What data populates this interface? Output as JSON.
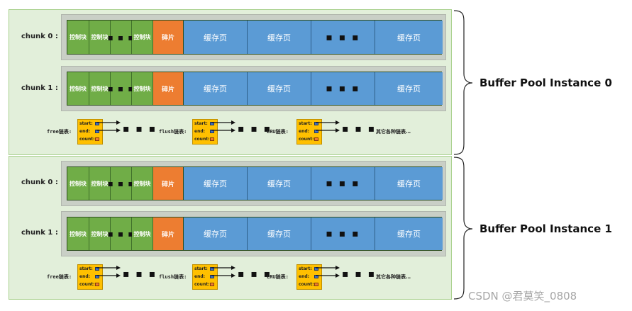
{
  "instances": [
    {
      "label": "Buffer Pool Instance 0",
      "chunks": [
        {
          "label": "chunk 0 :",
          "control_blocks": [
            "控制块",
            "控制块",
            "▪ ▪ ▪",
            "控制块"
          ],
          "fragment": "碎片",
          "pages": [
            "缓存页",
            "缓存页",
            "▪ ▪ ▪",
            "缓存页"
          ]
        },
        {
          "label": "chunk 1 :",
          "control_blocks": [
            "控制块",
            "控制块",
            "▪ ▪ ▪",
            "控制块"
          ],
          "fragment": "碎片",
          "pages": [
            "缓存页",
            "缓存页",
            "▪ ▪ ▪",
            "缓存页"
          ]
        }
      ],
      "lists": [
        {
          "name": "free链表:",
          "fields": [
            "start:",
            "end:",
            "count:"
          ],
          "dots": "▪ ▪ ▪"
        },
        {
          "name": "flush链表:",
          "fields": [
            "start:",
            "end:",
            "count:"
          ],
          "dots": "▪ ▪ ▪"
        },
        {
          "name": "LRU链表:",
          "fields": [
            "start:",
            "end:",
            "count:"
          ],
          "dots": "▪ ▪ ▪"
        }
      ],
      "other_lists": "其它各种链表…"
    },
    {
      "label": "Buffer Pool Instance 1",
      "chunks": [
        {
          "label": "chunk 0 :",
          "control_blocks": [
            "控制块",
            "控制块",
            "▪ ▪ ▪",
            "控制块"
          ],
          "fragment": "碎片",
          "pages": [
            "缓存页",
            "缓存页",
            "▪ ▪ ▪",
            "缓存页"
          ]
        },
        {
          "label": "chunk 1 :",
          "control_blocks": [
            "控制块",
            "控制块",
            "▪ ▪ ▪",
            "控制块"
          ],
          "fragment": "碎片",
          "pages": [
            "缓存页",
            "缓存页",
            "▪ ▪ ▪",
            "缓存页"
          ]
        }
      ],
      "lists": [
        {
          "name": "free链表:",
          "fields": [
            "start:",
            "end:",
            "count:"
          ],
          "dots": "▪ ▪ ▪"
        },
        {
          "name": "flush链表:",
          "fields": [
            "start:",
            "end:",
            "count:"
          ],
          "dots": "▪ ▪ ▪"
        },
        {
          "name": "LRU链表:",
          "fields": [
            "start:",
            "end:",
            "count:"
          ],
          "dots": "▪ ▪ ▪"
        }
      ],
      "other_lists": "其它各种链表…"
    }
  ],
  "watermark": "CSDN @君莫笑_0808"
}
